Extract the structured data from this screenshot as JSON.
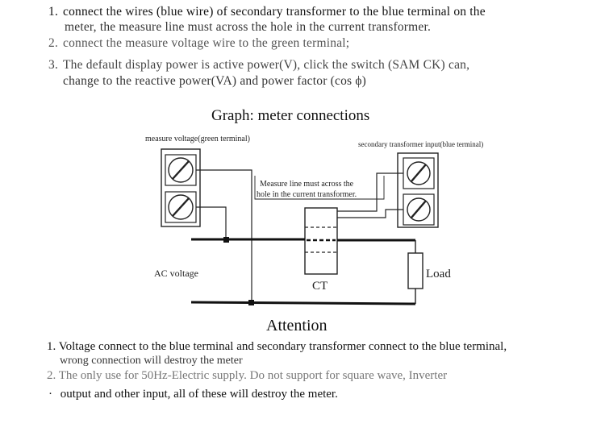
{
  "instructions": [
    {
      "num": "1.",
      "text": "connect the wires (blue wire) of secondary transformer to the blue terminal on the",
      "cont": "meter, the measure line must across the hole in the current transformer."
    },
    {
      "num": "2.",
      "text": "connect the measure voltage wire to the green terminal;"
    },
    {
      "num": "3.",
      "text": "The default display power is active power(V), click the switch (SAM CK) can,",
      "cont": "change to the reactive power(VA) and power factor (cos ϕ)"
    }
  ],
  "graph": {
    "title": "Graph: meter connections",
    "labels": {
      "voltage_terminal": "measure voltage(green terminal)",
      "ct_terminal": "secondary transformer input(blue terminal)",
      "measure_line_1": "Measure line must across the",
      "measure_line_2": "hole in the current transformer.",
      "ac_voltage": "AC voltage",
      "load": "Load",
      "ct": "CT"
    }
  },
  "attention": {
    "title": "Attention",
    "items": [
      {
        "num": "1.",
        "text": "Voltage connect to the blue terminal and secondary transformer connect to the blue terminal,",
        "cont": "wrong connection will destroy the meter"
      },
      {
        "num": "2.",
        "text": "The only use for 50Hz-Electric supply. Do not support for square wave, Inverter"
      },
      {
        "num": "·",
        "text": "output and other input, all of these will destroy the meter."
      }
    ]
  }
}
